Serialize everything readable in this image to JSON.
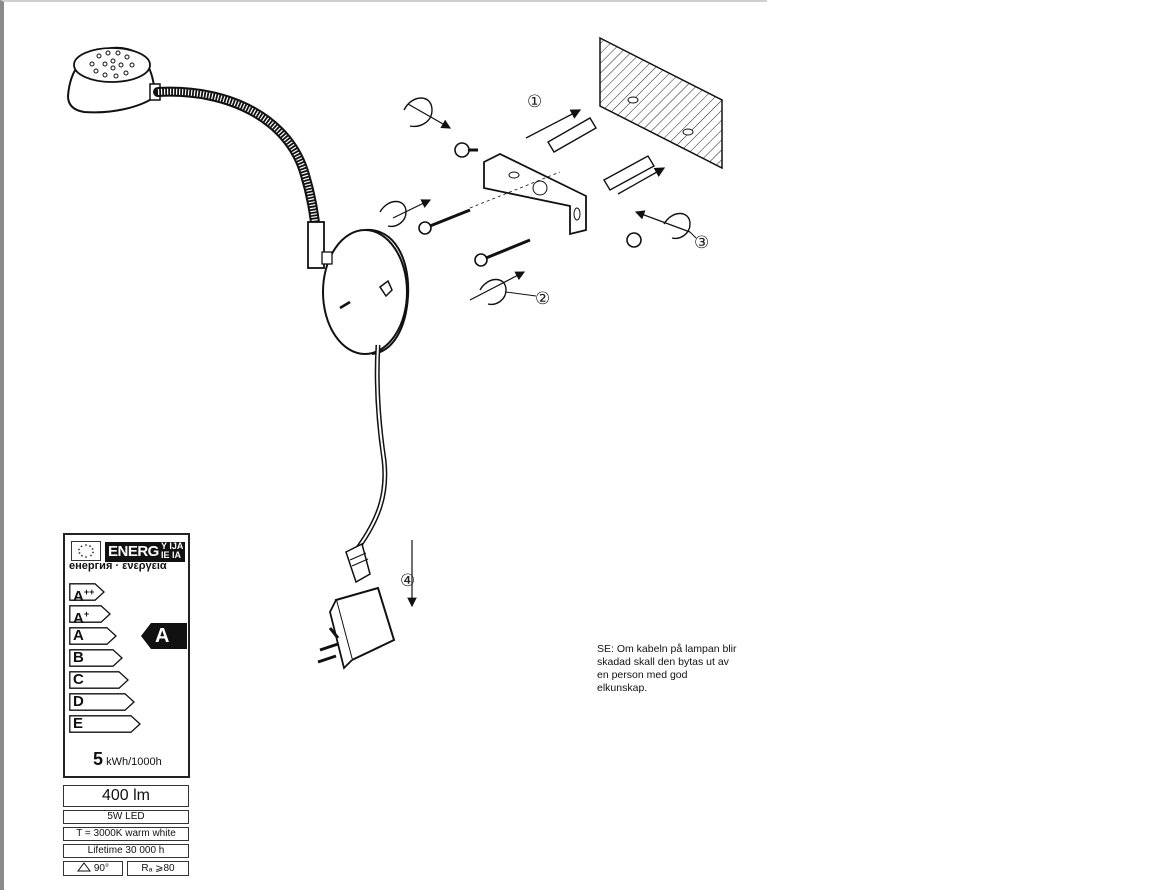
{
  "callouts": {
    "one": "①",
    "two": "②",
    "three": "③",
    "four": "④"
  },
  "energy_label": {
    "header_main": "ENERG",
    "header_suffix_top": "Y IJA",
    "header_suffix_bottom": "IE IA",
    "header_sub": "енергия · ενεργεια",
    "classes": [
      {
        "base": "A",
        "sup": "++"
      },
      {
        "base": "A",
        "sup": "+"
      },
      {
        "base": "A",
        "sup": ""
      },
      {
        "base": "B",
        "sup": ""
      },
      {
        "base": "C",
        "sup": ""
      },
      {
        "base": "D",
        "sup": ""
      },
      {
        "base": "E",
        "sup": ""
      }
    ],
    "rating": "A",
    "consumption_value": "5",
    "consumption_unit": "kWh/1000h"
  },
  "specs": {
    "lumens": "400 lm",
    "power": "5W  LED",
    "color_temp": "T = 3000K warm white",
    "lifetime": "Lifetime  30 000 h",
    "beam_angle": "90°",
    "cri": "Rₐ ⩾80"
  },
  "note": {
    "text": "SE: Om kabeln på lampan blir skadad skall den bytas ut av en person med god elkunskap."
  },
  "colors": {
    "ink": "#111111",
    "frame": "#8a8a8a"
  }
}
